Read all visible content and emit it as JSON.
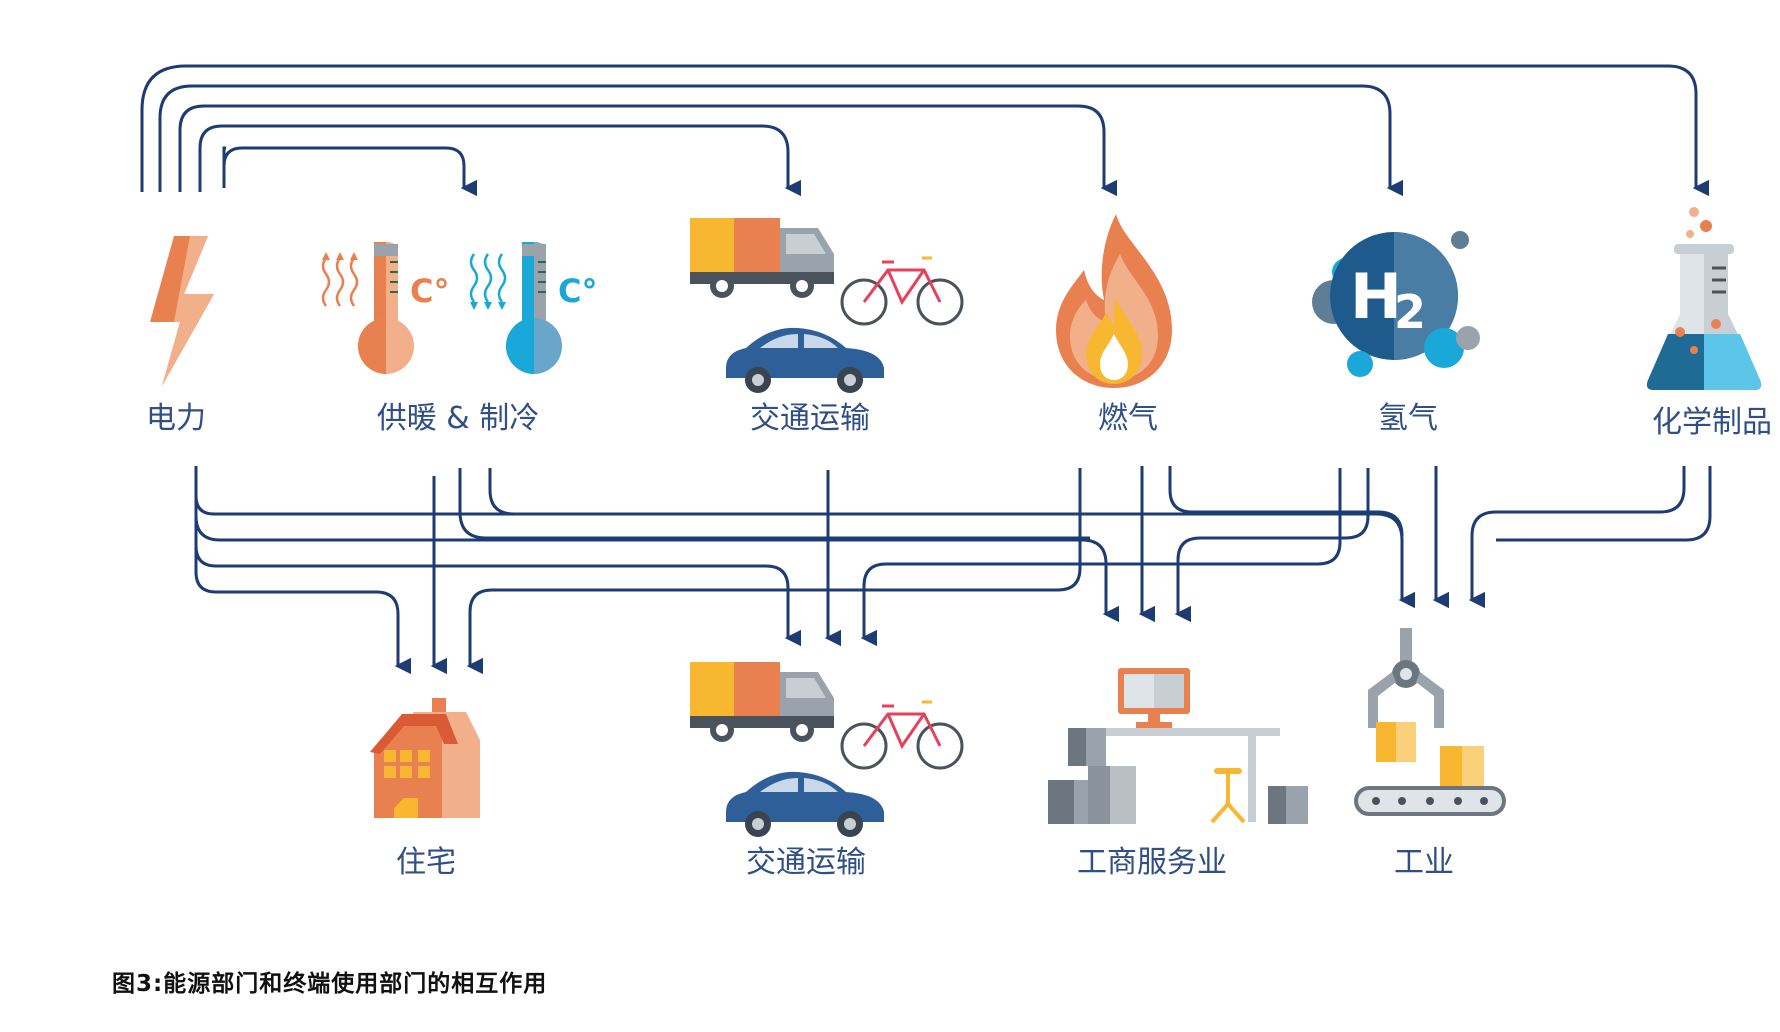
{
  "colors": {
    "arrow": "#1d3c73",
    "label": "#2f4f86",
    "orange": "#e8804f",
    "orange_light": "#f2b08a",
    "blue_cyan": "#1aa8d8",
    "navy": "#1e5b8c",
    "gray": "#9aa3ab",
    "yellow": "#f7b731"
  },
  "sources": [
    {
      "id": "electricity",
      "label": "电力",
      "icon": "lightning-icon"
    },
    {
      "id": "heating-cooling",
      "label": "供暖 & 制冷",
      "icon": "thermometer-icon"
    },
    {
      "id": "transport-top",
      "label": "交通运输",
      "icon": "vehicles-icon"
    },
    {
      "id": "gas",
      "label": "燃气",
      "icon": "flame-icon"
    },
    {
      "id": "hydrogen",
      "label": "氢气",
      "icon": "h2-molecule-icon",
      "formula": "H",
      "subscript": "2"
    },
    {
      "id": "chemicals",
      "label": "化学制品",
      "icon": "flask-icon"
    }
  ],
  "thermo_unit": "C°",
  "sinks": [
    {
      "id": "residential",
      "label": "住宅",
      "icon": "house-icon"
    },
    {
      "id": "transport-bottom",
      "label": "交通运输",
      "icon": "vehicles-icon"
    },
    {
      "id": "commercial",
      "label": "工商服务业",
      "icon": "office-icon"
    },
    {
      "id": "industry",
      "label": "工业",
      "icon": "factory-robot-icon"
    }
  ],
  "caption": "图3:能源部门和终端使用部门的相互作用"
}
